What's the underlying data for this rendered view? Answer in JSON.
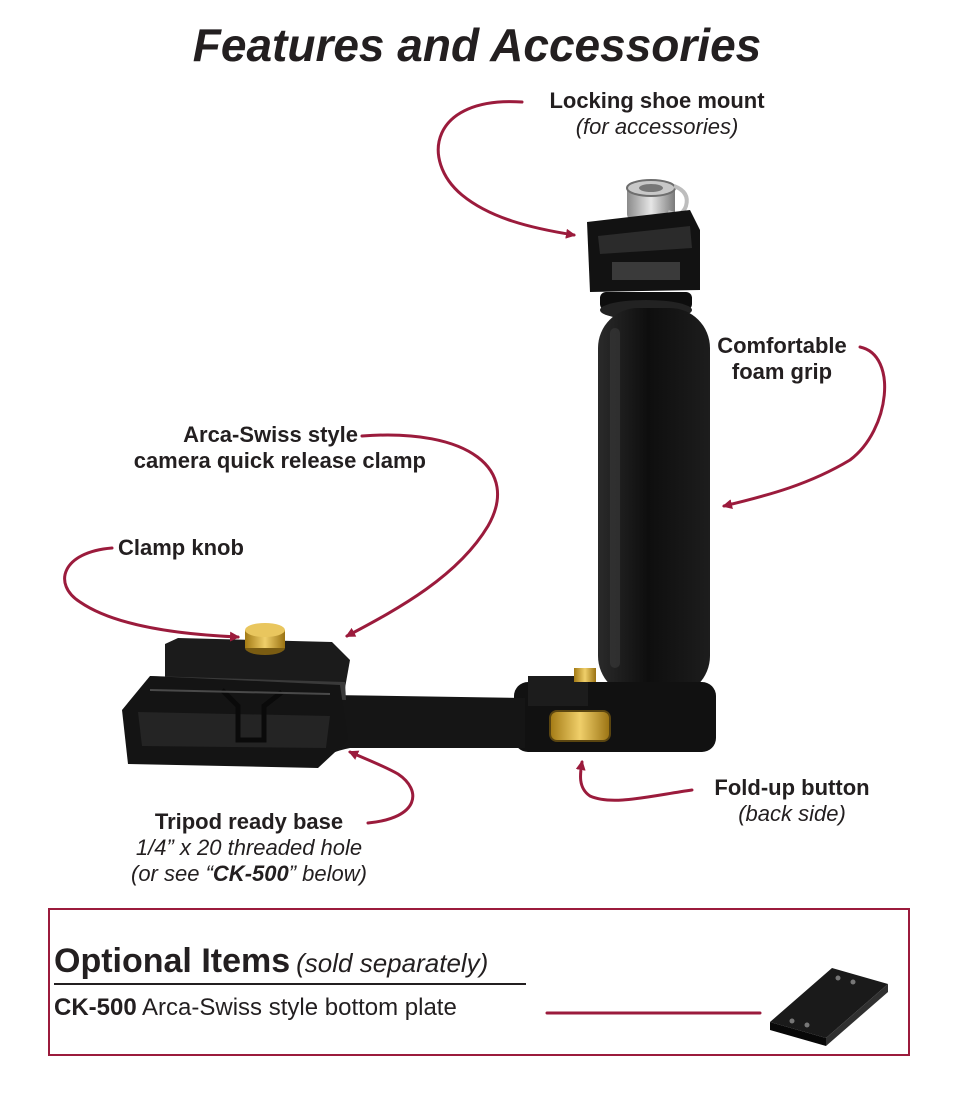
{
  "title": "Features and Accessories",
  "callouts": {
    "shoe_mount": {
      "title": "Locking shoe mount",
      "sub": "(for accessories)"
    },
    "foam_grip": {
      "line1": "Comfortable",
      "line2": "foam grip"
    },
    "clamp": {
      "line1": "Arca-Swiss style",
      "line2": "camera quick release clamp"
    },
    "knob": {
      "title": "Clamp knob"
    },
    "fold_button": {
      "title": "Fold-up button",
      "sub": "(back side)"
    },
    "tripod": {
      "title": "Tripod ready base",
      "sub1": "1/4” x 20 threaded hole",
      "sub2_pre": "(or see “",
      "sub2_bold": "CK-500",
      "sub2_post": "” below)"
    }
  },
  "optional": {
    "heading": "Optional Items",
    "heading_note": "(sold separately)",
    "item_code": "CK-500",
    "item_desc": " Arca-Swiss style bottom plate"
  },
  "colors": {
    "accent": "#9b1b3c",
    "text": "#231f20",
    "brass": "#c9a227",
    "product": "#1c1c1c"
  }
}
